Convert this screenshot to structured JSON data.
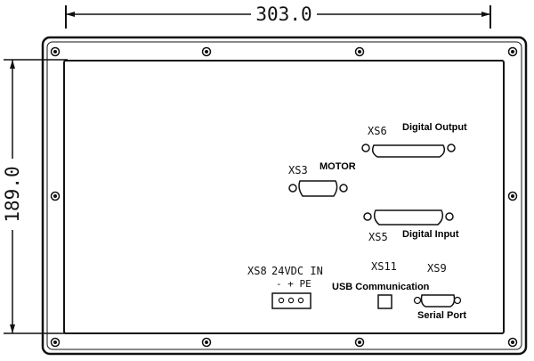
{
  "dimensions": {
    "width_label": "303.0",
    "height_label": "189.0"
  },
  "connectors": {
    "xs6": {
      "id": "XS6",
      "name": "Digital Output"
    },
    "xs3": {
      "id": "XS3",
      "name": "MOTOR"
    },
    "xs5": {
      "id": "XS5",
      "name": "Digital Input"
    },
    "xs8": {
      "id": "XS8",
      "name": "24VDC IN",
      "pins": "- + PE"
    },
    "xs11": {
      "id": "XS11",
      "name": "USB Communication"
    },
    "xs9": {
      "id": "XS9",
      "name": "Serial Port"
    }
  }
}
